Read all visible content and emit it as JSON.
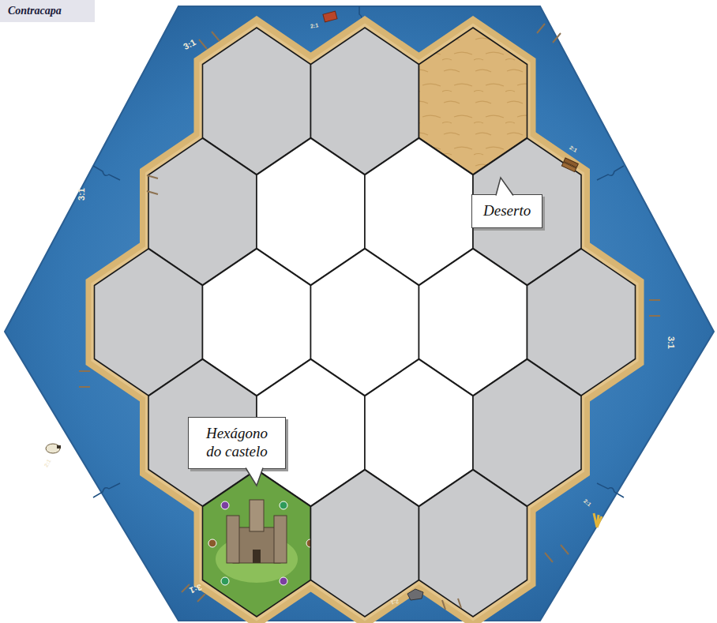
{
  "diagram": {
    "nodes": [
      {
        "text": [
          "Contracapa"
        ]
      },
      {
        "text": [
          "Deserto"
        ]
      },
      {
        "text": [
          "Hexágono do castelo"
        ]
      }
    ],
    "labels": [
      "3:1",
      "2:1",
      "2:1",
      "3:1",
      "3:1",
      "2:1",
      "2:1",
      "3:1",
      "2:1"
    ]
  }
}
